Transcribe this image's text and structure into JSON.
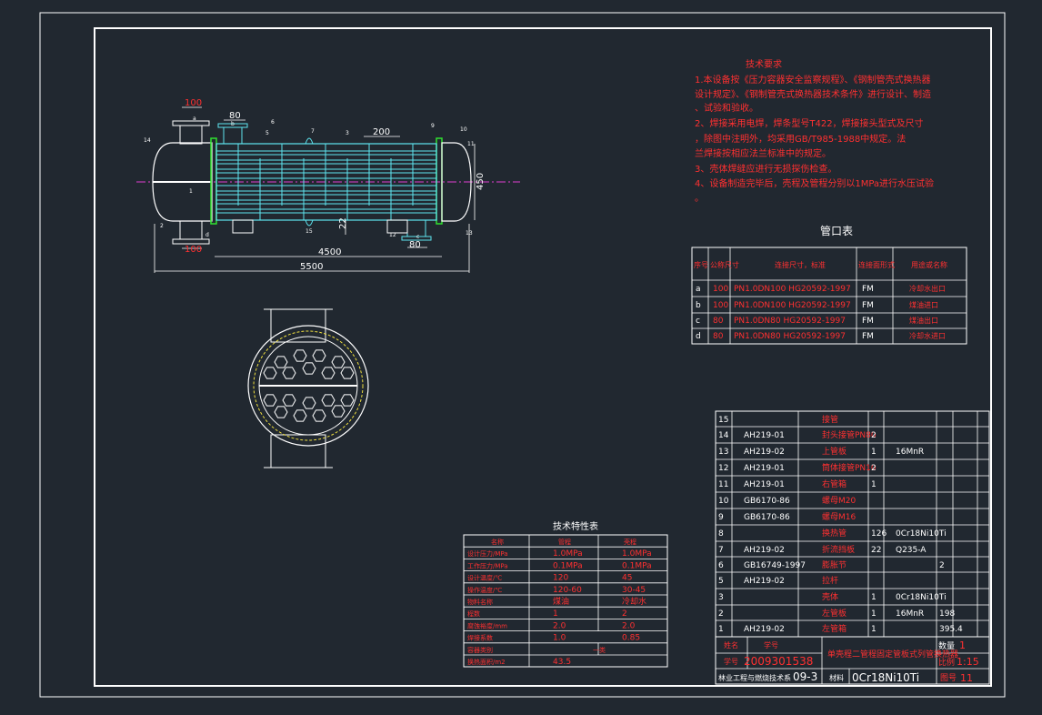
{
  "tech_req": {
    "title": "技术要求",
    "lines": [
      "1.本设备按《压力容器安全监察规程》、《钢制管壳式换热器",
      "设计规定》、《钢制管壳式换热器技术条件》进行设计、制造",
      "、试验和验收。",
      "2、焊接采用电焊，焊条型号T422，焊接接头型式及尺寸",
      "，除图中注明外，均采用GB/T985-1988中规定。法",
      "兰焊接按相应法兰标准中的规定。",
      "3、壳体焊缝应进行无损探伤检查。",
      "4、设备制造完毕后，壳程及管程分别以1MPa进行水压试验",
      "。"
    ]
  },
  "dims": {
    "d100_top": "100",
    "d80_top": "80",
    "d200": "200",
    "d450": "450",
    "d22": "22",
    "d80_bottom": "80",
    "d100_bottom": "100",
    "d4500": "4500",
    "d5500": "5500"
  },
  "nozzle_table": {
    "title": "管口表",
    "headers": [
      "序号",
      "公称尺寸",
      "连接尺寸，标准",
      "连接面形式",
      "用途或名称"
    ],
    "rows": [
      [
        "a",
        "100",
        "PN1.0DN100 HG20592-1997",
        "FM",
        "冷却水出口"
      ],
      [
        "b",
        "100",
        "PN1.0DN100 HG20592-1997",
        "FM",
        "煤油进口"
      ],
      [
        "c",
        "80",
        "PN1.0DN80 HG20592-1997",
        "FM",
        "煤油出口"
      ],
      [
        "d",
        "80",
        "PN1.0DN80 HG20592-1997",
        "FM",
        "冷却水进口"
      ]
    ]
  },
  "char_table": {
    "title": "技术特性表",
    "headers": [
      "名称",
      "管程",
      "壳程"
    ],
    "rows": [
      [
        "设计压力/MPa",
        "1.0MPa",
        "1.0MPa"
      ],
      [
        "工作压力/MPa",
        "0.1MPa",
        "0.1MPa"
      ],
      [
        "设计温度/℃",
        "120",
        "45"
      ],
      [
        "操作温度/℃",
        "120-60",
        "30-45"
      ],
      [
        "物料名称",
        "煤油",
        "冷却水"
      ],
      [
        "程数",
        "1",
        "2"
      ],
      [
        "腐蚀裕度/mm",
        "2.0",
        "2.0"
      ],
      [
        "焊接系数",
        "1.0",
        "0.85"
      ],
      [
        "容器类别",
        "",
        ""
      ],
      [
        "换热面积/m2",
        "43.5",
        ""
      ]
    ],
    "category_value": "一类"
  },
  "bom": {
    "rows": [
      {
        "no": "15",
        "code": "",
        "name": "接管",
        "qty": "",
        "mat": "",
        "w1": "",
        "w2": ""
      },
      {
        "no": "14",
        "code": "AH219-01",
        "name": "封头接管PN80",
        "qty": "2",
        "mat": "",
        "w1": "",
        "w2": ""
      },
      {
        "no": "13",
        "code": "AH219-02",
        "name": "上管板",
        "qty": "1",
        "mat": "16MnR",
        "w1": "",
        "w2": ""
      },
      {
        "no": "12",
        "code": "AH219-01",
        "name": "筒体接管PN10",
        "qty": "2",
        "mat": "",
        "w1": "",
        "w2": ""
      },
      {
        "no": "11",
        "code": "AH219-01",
        "name": "右管箱",
        "qty": "1",
        "mat": "",
        "w1": "",
        "w2": ""
      },
      {
        "no": "10",
        "code": "GB6170-86",
        "name": "螺母M20",
        "qty": "",
        "mat": "",
        "w1": "",
        "w2": ""
      },
      {
        "no": "9",
        "code": "GB6170-86",
        "name": "螺母M16",
        "qty": "",
        "mat": "",
        "w1": "",
        "w2": ""
      },
      {
        "no": "8",
        "code": "",
        "name": "换热管",
        "qty": "126",
        "mat": "0Cr18Ni10Ti",
        "w1": "",
        "w2": ""
      },
      {
        "no": "7",
        "code": "AH219-02",
        "name": "折流挡板",
        "qty": "22",
        "mat": "Q235-A",
        "w1": "",
        "w2": ""
      },
      {
        "no": "6",
        "code": "GB16749-1997",
        "name": "膨胀节",
        "qty": "",
        "mat": "",
        "w1": "2",
        "w2": ""
      },
      {
        "no": "5",
        "code": "AH219-02",
        "name": "拉杆",
        "qty": "",
        "mat": "",
        "w1": "",
        "w2": ""
      },
      {
        "no": "3",
        "code": "",
        "name": "壳体",
        "qty": "1",
        "mat": "0Cr18Ni10Ti",
        "w1": "",
        "w2": ""
      },
      {
        "no": "2",
        "code": "",
        "name": "左管板",
        "qty": "1",
        "mat": "16MnR",
        "w1": "198",
        "w2": ""
      },
      {
        "no": "1",
        "code": "AH219-02",
        "name": "左管箱",
        "qty": "1",
        "mat": "",
        "w1": "395.4",
        "w2": ""
      }
    ]
  },
  "title_block": {
    "name_label": "姓名",
    "id_label": "学号",
    "class_label": "学号",
    "id_value": "2009301538",
    "drawing_title": "单壳程二管程固定管板式列管换热器",
    "qty_label": "数量",
    "qty_value": "1",
    "scale_label": "比例",
    "scale_value": "1:15",
    "school": "林业工程与燃烧技术系",
    "class_value": "09-3",
    "material_label": "材料",
    "material_value": "0Cr18Ni10Ti",
    "sheet_label": "图号",
    "sheet_value": "11"
  },
  "part_tags": [
    "14",
    "1",
    "2",
    "6",
    "5",
    "7",
    "3",
    "9",
    "10",
    "11",
    "12",
    "13",
    "15",
    "a",
    "b",
    "c",
    "d"
  ]
}
